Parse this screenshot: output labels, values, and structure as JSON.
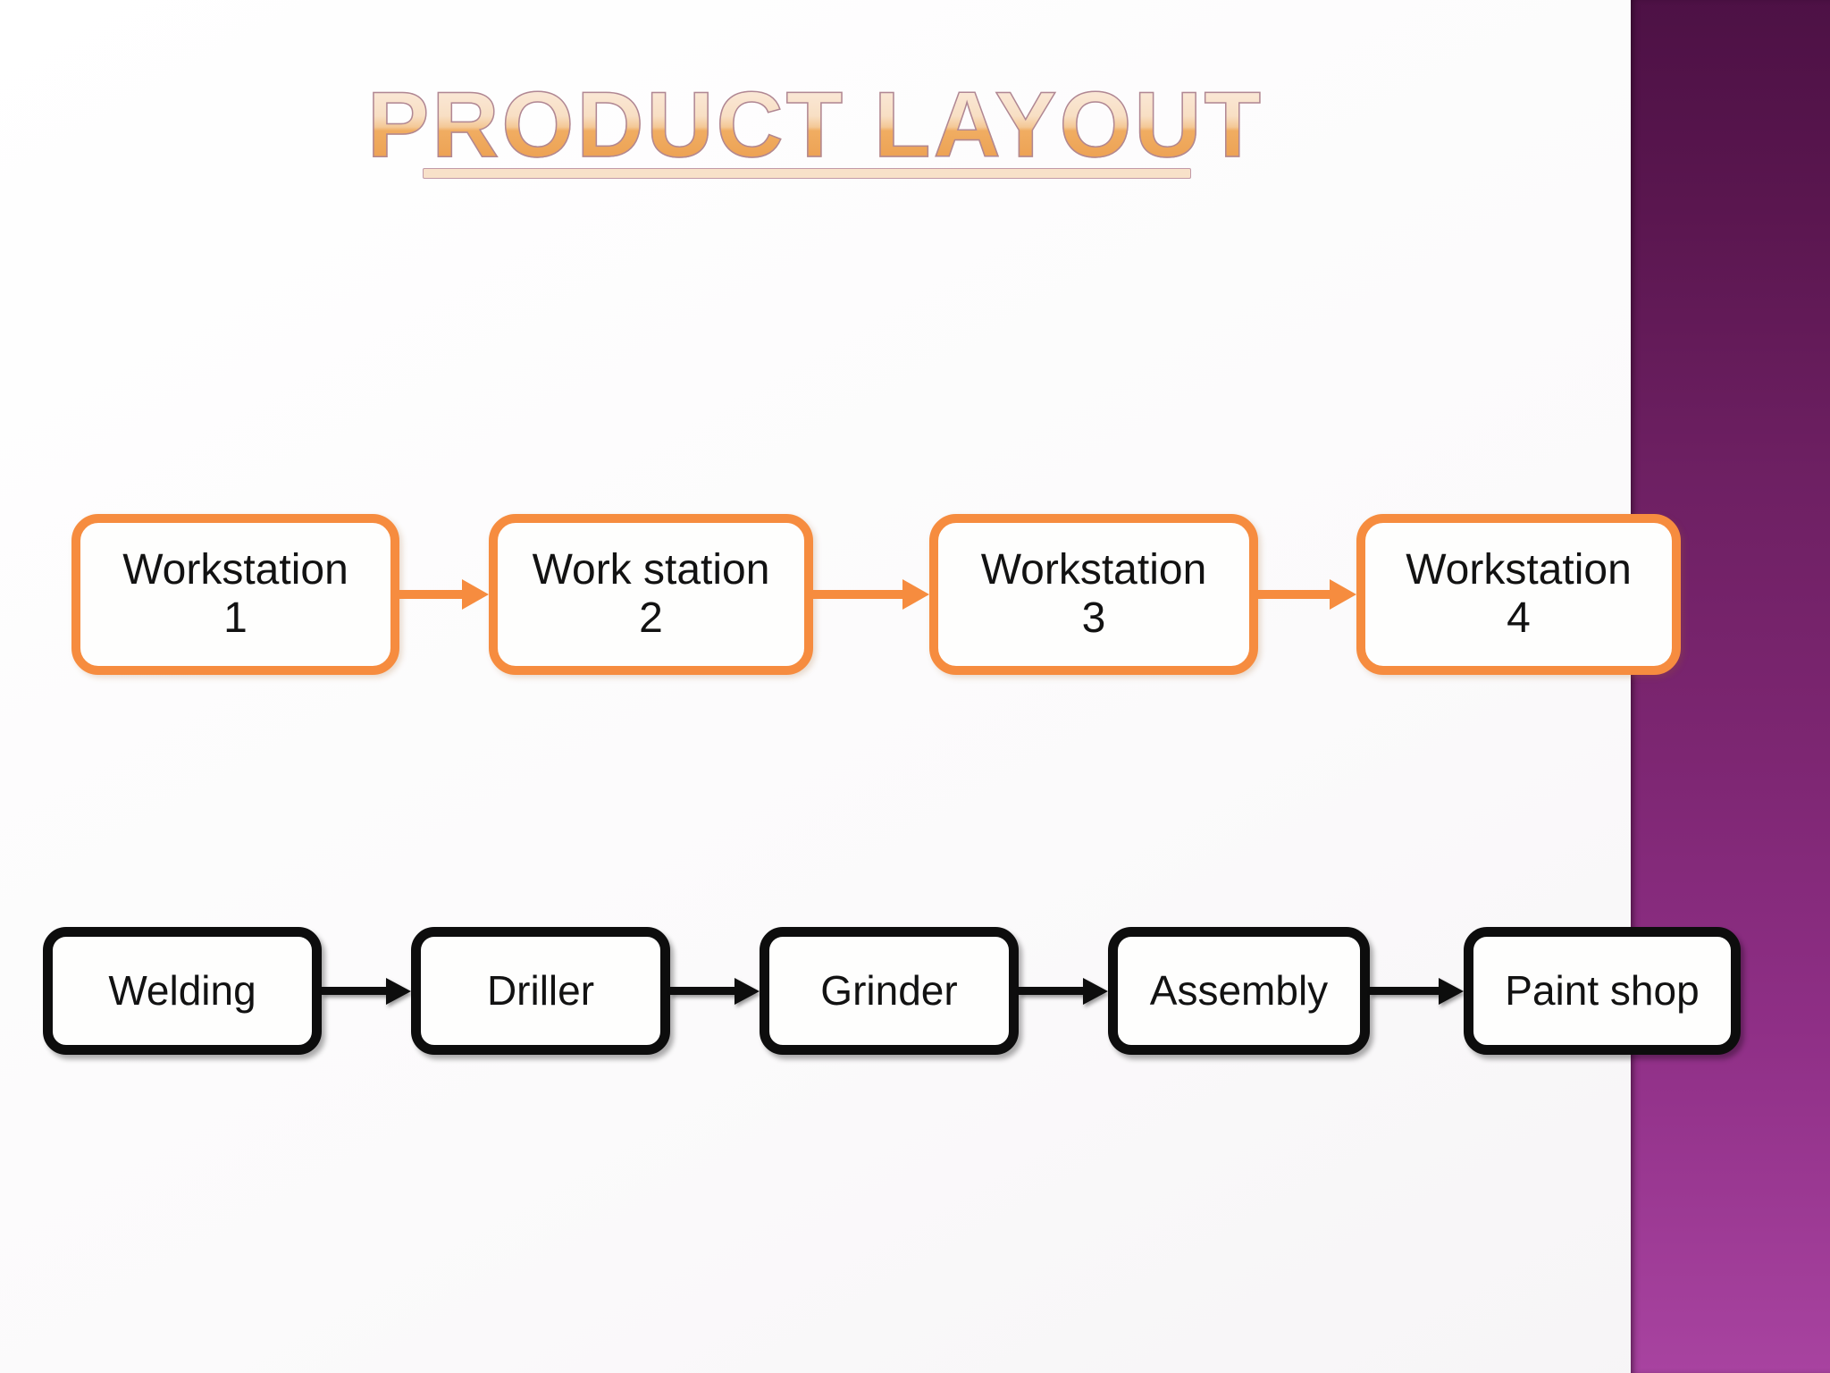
{
  "slide_title": {
    "text": "PRODUCT LAYOUT"
  },
  "theme": {
    "accent-orange": "#f68c3f",
    "box-border-dark": "#0d0d0d",
    "title-fill-bottom": "#eda254",
    "title-outline": "#b08794",
    "purple-top": "#4d1145",
    "purple-mid": "#7d2672",
    "purple-bottom": "#a843a0"
  },
  "workstation_row": {
    "boxes": [
      {
        "line1": "Workstation",
        "line2": "1"
      },
      {
        "line1": "Work station",
        "line2": "2"
      },
      {
        "line1": "Workstation",
        "line2": "3"
      },
      {
        "line1": "Workstation",
        "line2": "4"
      }
    ]
  },
  "process_row": {
    "boxes": [
      {
        "label": "Welding"
      },
      {
        "label": "Driller"
      },
      {
        "label": "Grinder"
      },
      {
        "label": "Assembly"
      },
      {
        "label": "Paint shop"
      }
    ]
  }
}
